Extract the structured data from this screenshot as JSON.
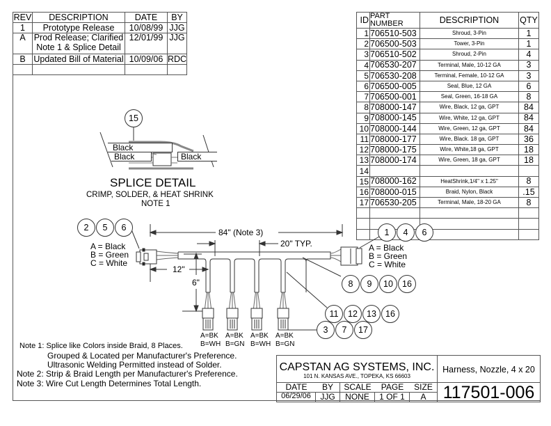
{
  "revision_table": {
    "headers": {
      "rev": "REV",
      "description": "DESCRIPTION",
      "date": "DATE",
      "by": "BY"
    },
    "rows": [
      {
        "rev": "1",
        "description": "Prototype Release",
        "date": "10/08/99",
        "by": "JJG"
      },
      {
        "rev": "A",
        "description": "Prod Release; Clarified",
        "description2": "Note 1 & Splice Detail",
        "date": "12/01/99",
        "by": "JJG"
      },
      {
        "rev": "B",
        "description": "Updated Bill of Material",
        "date": "10/09/06",
        "by": "RDC"
      },
      {
        "rev": "",
        "description": "",
        "date": "",
        "by": ""
      }
    ]
  },
  "bill_of_materials": {
    "headers": {
      "id": "ID",
      "part_number": "PART NUMBER",
      "description": "DESCRIPTION",
      "qty": "QTY"
    },
    "rows": [
      {
        "id": "1",
        "part_number": "706510-503",
        "description": "Shroud, 3-Pin",
        "qty": "1"
      },
      {
        "id": "2",
        "part_number": "706500-503",
        "description": "Tower, 3-Pin",
        "qty": "1"
      },
      {
        "id": "3",
        "part_number": "706510-502",
        "description": "Shroud, 2-Pin",
        "qty": "4"
      },
      {
        "id": "4",
        "part_number": "706530-207",
        "description": "Terminal, Male, 10-12 GA",
        "qty": "3"
      },
      {
        "id": "5",
        "part_number": "706530-208",
        "description": "Terminal, Female, 10-12 GA",
        "qty": "3"
      },
      {
        "id": "6",
        "part_number": "706500-005",
        "description": "Seal, Blue, 12 GA",
        "qty": "6"
      },
      {
        "id": "7",
        "part_number": "706500-001",
        "description": "Seal, Green, 16-18 GA",
        "qty": "8"
      },
      {
        "id": "8",
        "part_number": "708000-147",
        "description": "Wire, Black, 12 ga, GPT",
        "qty": "84"
      },
      {
        "id": "9",
        "part_number": "708000-145",
        "description": "Wire, White, 12 ga, GPT",
        "qty": "84"
      },
      {
        "id": "10",
        "part_number": "708000-144",
        "description": "Wire, Green, 12 ga, GPT",
        "qty": "84"
      },
      {
        "id": "11",
        "part_number": "708000-177",
        "description": "Wire, Black. 18 ga, GPT",
        "qty": "36"
      },
      {
        "id": "12",
        "part_number": "708000-175",
        "description": "Wire, White,18 ga, GPT",
        "qty": "18"
      },
      {
        "id": "13",
        "part_number": "708000-174",
        "description": "Wire, Green, 18 ga, GPT",
        "qty": "18"
      },
      {
        "id": "14",
        "part_number": "",
        "description": "",
        "qty": ""
      },
      {
        "id": "15",
        "part_number": "708000-162",
        "description": "HeatShrink,1/4\" x 1.25\"",
        "qty": "8"
      },
      {
        "id": "16",
        "part_number": "708000-015",
        "description": "Braid, Nylon, Black",
        "qty": ".15"
      },
      {
        "id": "17",
        "part_number": "706530-205",
        "description": "Terminal, Male, 18-20 GA",
        "qty": "8"
      },
      {
        "id": "",
        "part_number": "",
        "description": "",
        "qty": ""
      },
      {
        "id": "",
        "part_number": "",
        "description": "",
        "qty": ""
      },
      {
        "id": "",
        "part_number": "",
        "description": "",
        "qty": ""
      }
    ]
  },
  "splice_detail": {
    "balloon": "15",
    "wire_labels": [
      "Black",
      "Black",
      "Black"
    ],
    "title": "SPLICE DETAIL",
    "subtitle": "CRIMP, SOLDER, & HEAT SHRINK",
    "note": "NOTE 1"
  },
  "harness": {
    "left_connector_balloons": [
      "2",
      "5",
      "6"
    ],
    "left_pinout": [
      "A = Black",
      "B = Green",
      "C = White"
    ],
    "right_connector_balloons": [
      "1",
      "4",
      "6"
    ],
    "right_pinout": [
      "A = Black",
      "B = Green",
      "C = White"
    ],
    "dim_total": "84\" (Note 3)",
    "dim_spacing": "20\" TYP.",
    "dim_first": "12\"",
    "dim_drop": "6\"",
    "trunk_balloons": [
      "8",
      "9",
      "10",
      "16"
    ],
    "drop_wire_balloons": [
      "11",
      "12",
      "13",
      "16"
    ],
    "drop_connector_balloons": [
      "3",
      "7",
      "17"
    ],
    "drop_pinouts": [
      {
        "a": "A=BK",
        "b": "B=WH"
      },
      {
        "a": "A=BK",
        "b": "B=GN"
      },
      {
        "a": "A=BK",
        "b": "B=WH"
      },
      {
        "a": "A=BK",
        "b": "B=GN"
      }
    ]
  },
  "notes": [
    "Note 1: Splice like Colors inside Braid, 8 Places.",
    "Grouped & Located per Manufacturer's Preference.",
    "Ultrasonic Welding Permitted instead of Solder.",
    "Note 2: Strip & Braid Length per Manufacturer's Preference.",
    "Note 3: Wire Cut Length Determines Total Length."
  ],
  "title_block": {
    "company": "CAPSTAN AG SYSTEMS, INC.",
    "address": "101 N. KANSAS AVE., TOPEKA, KS 66603",
    "title": "Harness, Nozzle, 4 x 20",
    "drawing_number": "117501-006",
    "labels": {
      "date": "DATE",
      "by": "BY",
      "scale": "SCALE",
      "page": "PAGE",
      "size": "SIZE"
    },
    "values": {
      "date": "06/29/06",
      "by": "JJG",
      "scale": "NONE",
      "page": "1 OF 1",
      "size": "A"
    }
  }
}
